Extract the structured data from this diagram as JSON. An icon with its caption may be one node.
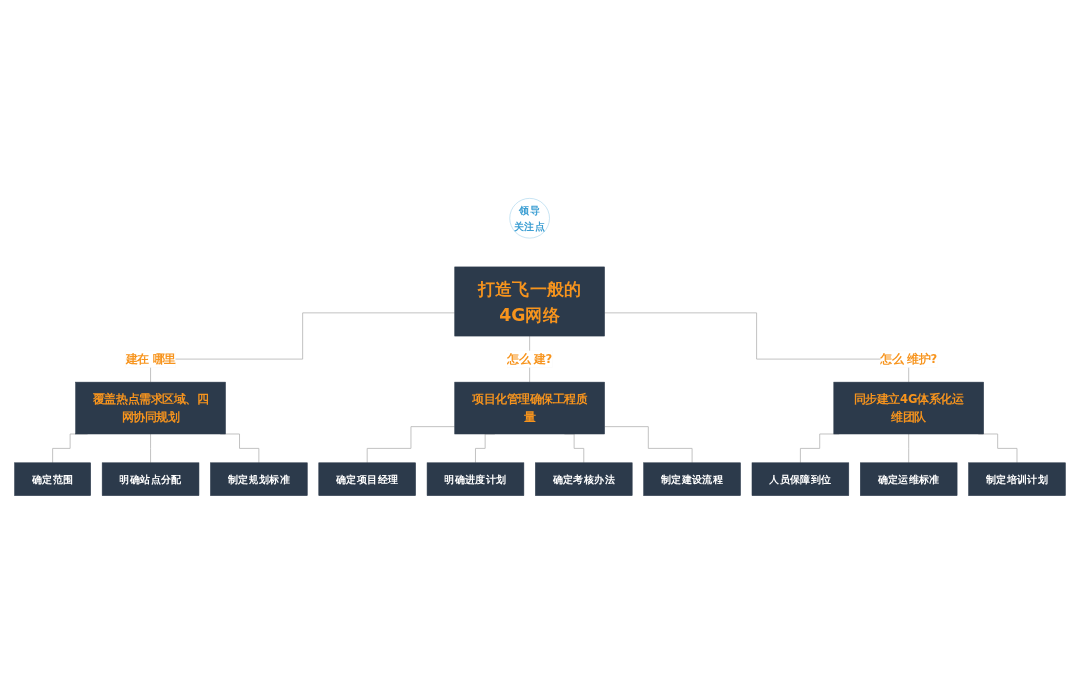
{
  "diagram": {
    "nodes": [
      {
        "text": [
          "打造飞一般的4G网络"
        ]
      },
      {
        "text": [
          "领导",
          "关注点"
        ]
      },
      {
        "text": [
          "覆盖热点需求区域、四网协同规划"
        ]
      },
      {
        "text": [
          "项目化管理确保工程质量"
        ]
      },
      {
        "text": [
          "同步建立4G体系化运维团队"
        ]
      },
      {
        "text": [
          "确定范围"
        ]
      },
      {
        "text": [
          "明确站点分配"
        ]
      },
      {
        "text": [
          "制定规划标准"
        ]
      },
      {
        "text": [
          "确定项目经理"
        ]
      },
      {
        "text": [
          "明确进度计划"
        ]
      },
      {
        "text": [
          "确定考核办法"
        ]
      },
      {
        "text": [
          "制定建设流程"
        ]
      },
      {
        "text": [
          "人员保障到位"
        ]
      },
      {
        "text": [
          "确定运维标准"
        ]
      },
      {
        "text": [
          "制定培训计划"
        ]
      }
    ],
    "edges": [
      {
        "from": 0,
        "to": 2,
        "arrow": "none",
        "label": "建在 哪里"
      },
      {
        "from": 0,
        "to": 3,
        "arrow": "none",
        "label": "怎么 建?"
      },
      {
        "from": 0,
        "to": 4,
        "arrow": "none",
        "label": "怎么 维护?"
      },
      {
        "from": 2,
        "to": 5,
        "arrow": "none"
      },
      {
        "from": 2,
        "to": 6,
        "arrow": "none"
      },
      {
        "from": 2,
        "to": 7,
        "arrow": "none"
      },
      {
        "from": 3,
        "to": 8,
        "arrow": "none"
      },
      {
        "from": 3,
        "to": 9,
        "arrow": "none"
      },
      {
        "from": 3,
        "to": 10,
        "arrow": "none"
      },
      {
        "from": 3,
        "to": 11,
        "arrow": "none"
      },
      {
        "from": 4,
        "to": 12,
        "arrow": "none"
      },
      {
        "from": 4,
        "to": 13,
        "arrow": "none"
      },
      {
        "from": 4,
        "to": 14,
        "arrow": "none"
      }
    ]
  }
}
